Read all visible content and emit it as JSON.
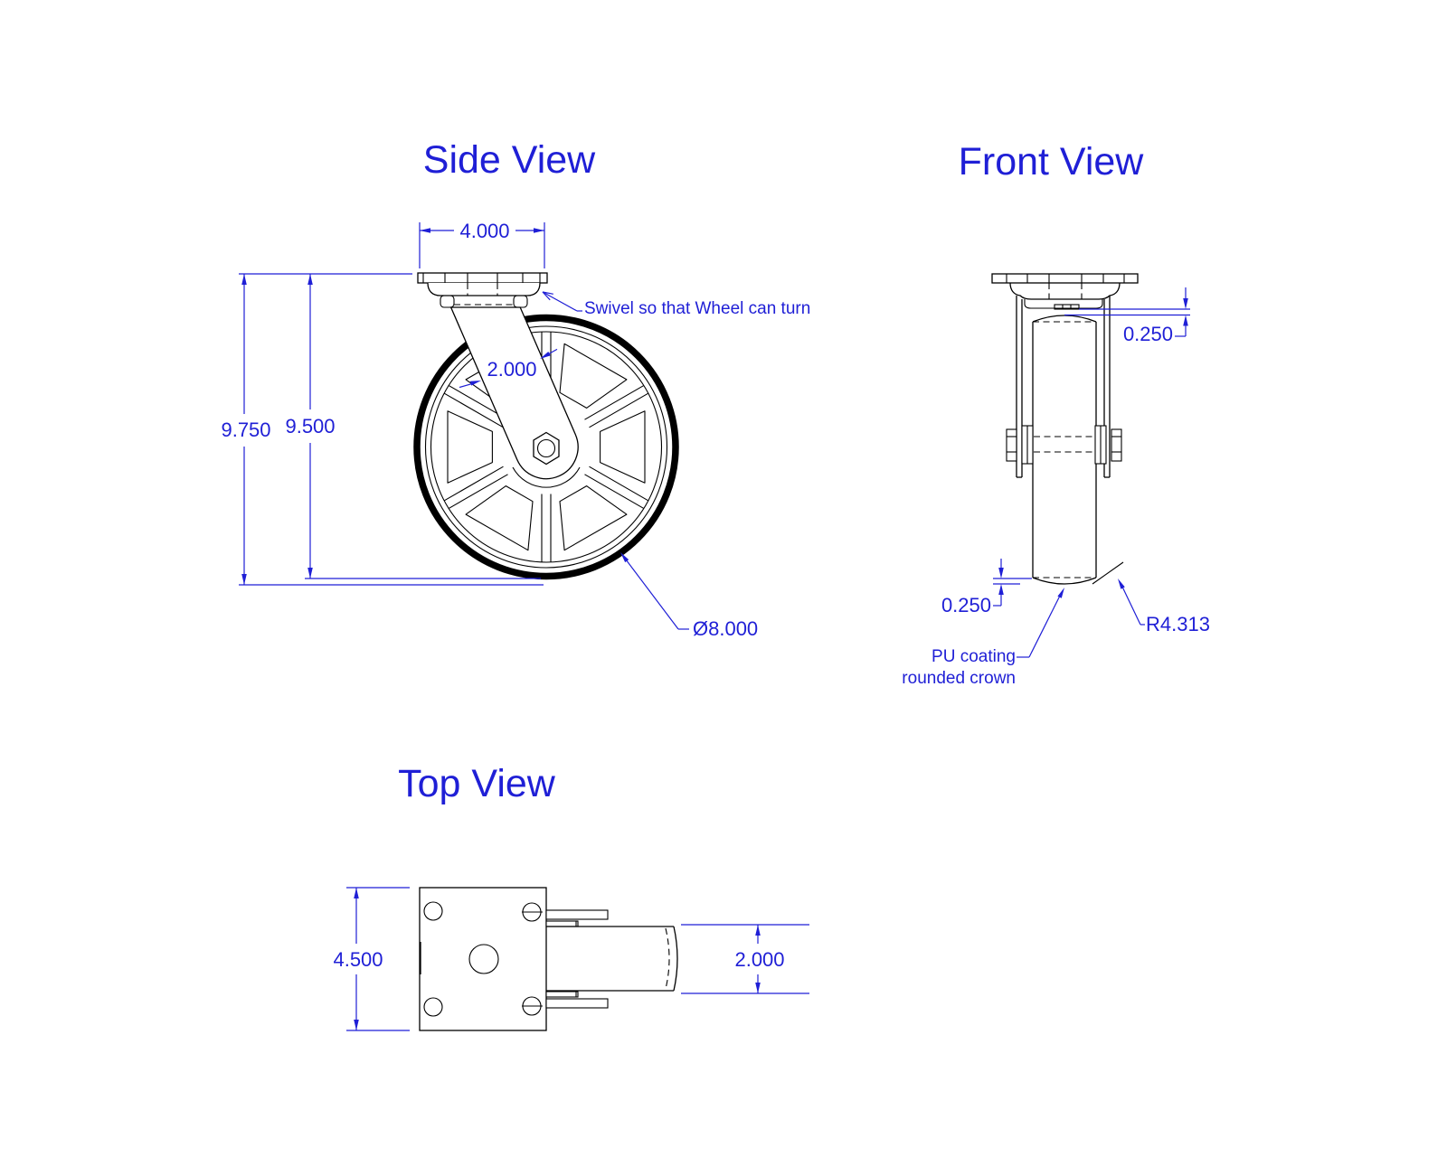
{
  "colors": {
    "background": "#ffffff",
    "geometry_line": "#000000",
    "dimension_blue": "#1f1fd6"
  },
  "views": {
    "side": {
      "title": "Side View",
      "dim_plate_width": "4.000",
      "dim_fork_width": "2.000",
      "dim_overall_height": "9.750",
      "dim_swivel_height": "9.500",
      "dim_wheel_diameter": "Ø8.000",
      "note_swivel": "Swivel so that Wheel can turn"
    },
    "front": {
      "title": "Front View",
      "dim_top_clearance": "0.250",
      "dim_crown_height": "0.250",
      "dim_crown_radius": "R4.313",
      "note_coating_line1": "PU coating",
      "note_coating_line2": "rounded crown"
    },
    "top": {
      "title": "Top View",
      "dim_plate_depth": "4.500",
      "dim_wheel_width": "2.000"
    }
  }
}
